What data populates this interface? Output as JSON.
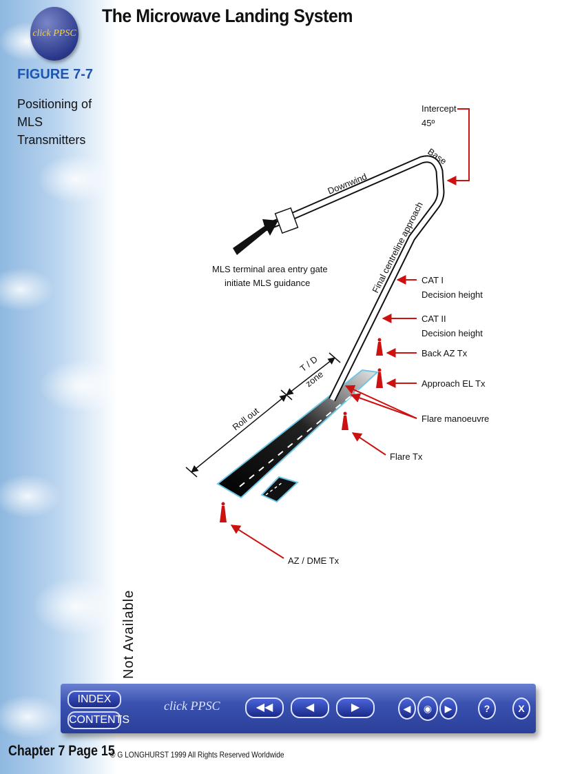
{
  "header": {
    "title": "The Microwave Landing System",
    "logo_text": "click PPSC"
  },
  "figure": {
    "number": "FIGURE 7-7",
    "caption": "Positioning of MLS Transmitters"
  },
  "diagram": {
    "intercept": "Intercept",
    "intercept_angle": "45º",
    "base": "Base",
    "downwind": "Downwind",
    "final_approach": "Final centreline approach",
    "entry_gate_line1": "MLS terminal area entry gate",
    "entry_gate_line2": "initiate MLS guidance",
    "cat1_line1": "CAT I",
    "cat1_line2": "Decision height",
    "cat2_line1": "CAT II",
    "cat2_line2": "Decision height",
    "back_az": "Back AZ Tx",
    "approach_el": "Approach EL Tx",
    "flare_manoeuvre": "Flare manoeuvre",
    "flare_tx": "Flare Tx",
    "az_dme": "AZ / DME Tx",
    "td_zone_line1": "T / D",
    "td_zone_line2": "zone",
    "roll_out": "Roll out"
  },
  "side_note": "Not Available",
  "navbar": {
    "index": "INDEX",
    "contents": "CONTENTS",
    "logo_text": "click PPSC",
    "first_icon": "double-left-arrow-icon",
    "prev_icon": "left-arrow-icon",
    "next_icon": "right-arrow-icon",
    "binoculars_icon": "binoculars-icon",
    "help_label": "?",
    "close_label": "X"
  },
  "footer": {
    "chapter": "Chapter 7",
    "page": "Page 15",
    "copyright": "© G LONGHURST 1999 All Rights Reserved Worldwide"
  },
  "colors": {
    "accent_red": "#cc1111",
    "figure_blue": "#1c56b0",
    "navbar_blue": "#2a3f98",
    "runway_outline": "#6ec6e6"
  }
}
